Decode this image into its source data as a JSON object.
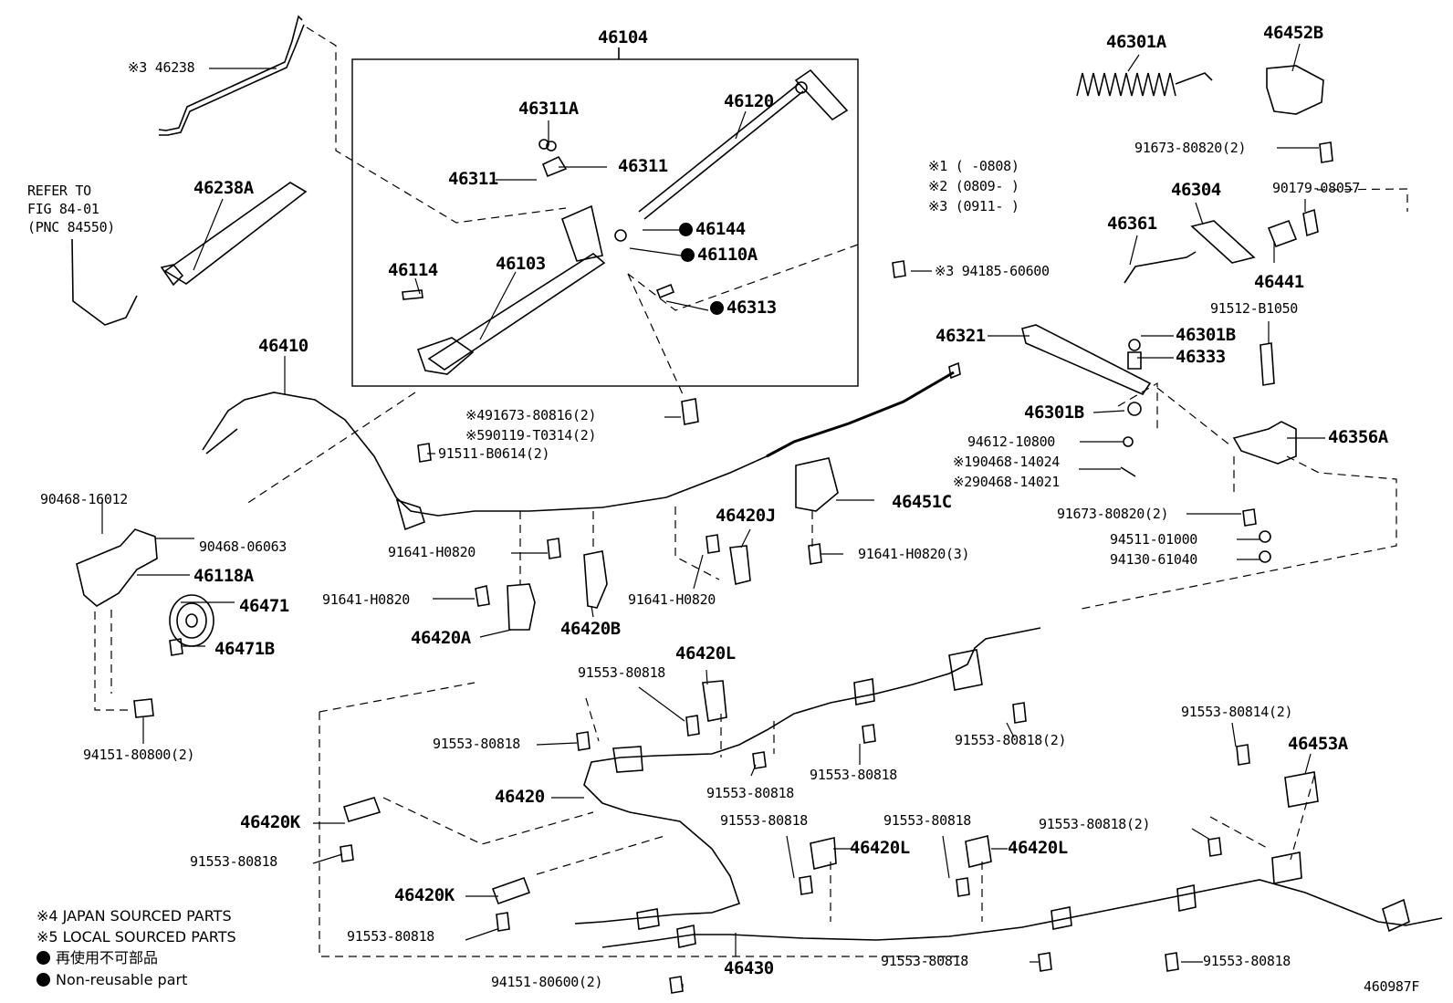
{
  "diagram_id": "460987F",
  "date_codes": {
    "c1": "※1 (   -0808)",
    "c2": "※2 (0809-   )",
    "c3": "※3 (0911-   )"
  },
  "reference": {
    "line1": "REFER TO",
    "line2": "FIG 84-01",
    "line3": "(PNC 84550)"
  },
  "legend": {
    "japan": "※4 JAPAN SOURCED PARTS",
    "local": "※5 LOCAL SOURCED PARTS",
    "nonreuse_ja": "再使用不可部品",
    "nonreuse_en": "Non-reusable part"
  },
  "parts": {
    "p46104": "46104",
    "p46238": "※3 46238",
    "p46238A": "46238A",
    "p46311A": "46311A",
    "p46311_l": "46311",
    "p46311_r": "46311",
    "p46120": "46120",
    "p46144": "46144",
    "p46110A": "46110A",
    "p46114": "46114",
    "p46103": "46103",
    "p46313": "46313",
    "p94185": "※3 94185-60600",
    "p46410": "46410",
    "p91673_80816": "※491673-80816(2)",
    "p90119": "※590119-T0314(2)",
    "p91511": "91511-B0614(2)",
    "p90468_16012": "90468-16012",
    "p90468_06063": "90468-06063",
    "p46118A": "46118A",
    "p46471": "46471",
    "p46471B": "46471B",
    "p94151_80800": "94151-80800(2)",
    "p91641_a": "91641-H0820",
    "p91641_b": "91641-H0820",
    "p91641_c": "91641-H0820",
    "p91641_d": "91641-H0820(3)",
    "p46420A": "46420A",
    "p46420B": "46420B",
    "p46420J": "46420J",
    "p46451C": "46451C",
    "p46301A": "46301A",
    "p46452B": "46452B",
    "p91673_80820_a": "91673-80820(2)",
    "p46304": "46304",
    "p90179": "90179-08057",
    "p46361": "46361",
    "p46441": "46441",
    "p91512": "91512-B1050",
    "p46321": "46321",
    "p46301B_a": "46301B",
    "p46333": "46333",
    "p46301B_b": "46301B",
    "p94612": "94612-10800",
    "p90468_14024": "※190468-14024",
    "p90468_14021": "※290468-14021",
    "p46356A": "46356A",
    "p91673_80820_b": "91673-80820(2)",
    "p94511": "94511-01000",
    "p94130": "94130-61040",
    "p46420L_top": "46420L",
    "p91553_80818_1": "91553-80818",
    "p91553_80818_2": "91553-80818",
    "p91553_80818_3": "91553-80818",
    "p91553_80818_4": "91553-80818",
    "p91553_80818_2x": "91553-80818(2)",
    "p91553_80814": "91553-80814(2)",
    "p46453A": "46453A",
    "p46420": "46420",
    "p46420K_a": "46420K",
    "p91553_80818_5": "91553-80818",
    "p46420K_b": "46420K",
    "p91553_80818_6": "91553-80818",
    "p91553_80818_7": "91553-80818",
    "p46420L_b": "46420L",
    "p91553_80818_8": "91553-80818",
    "p46420L_c": "46420L",
    "p91553_80818_2y": "91553-80818(2)",
    "p94151_80600": "94151-80600(2)",
    "p46430": "46430",
    "p91553_80818_9": "91553-80818",
    "p91553_80818_10": "91553-80818"
  }
}
